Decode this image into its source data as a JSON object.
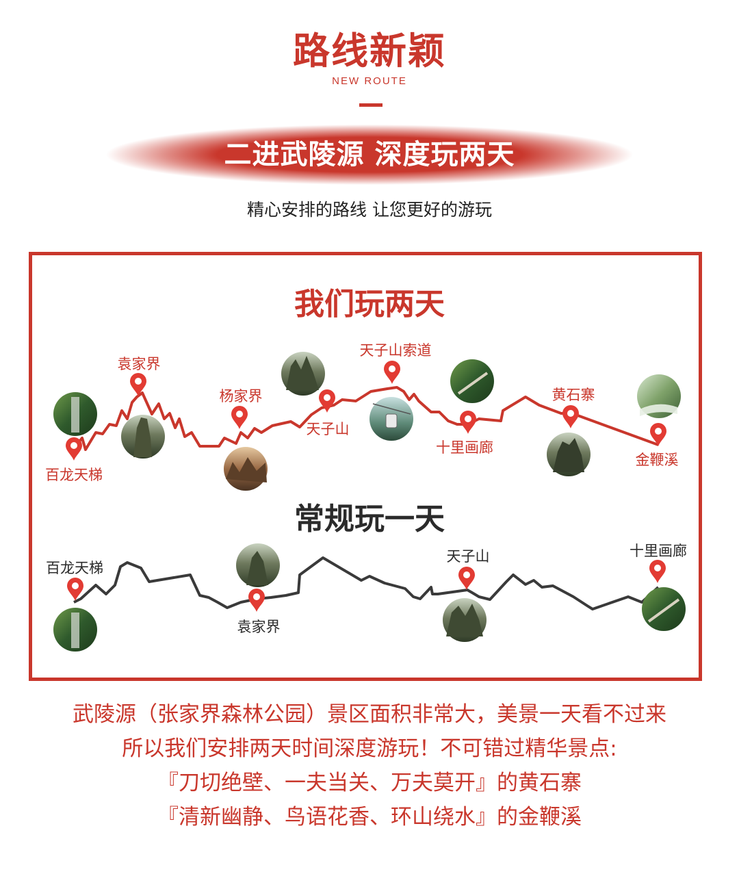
{
  "header": {
    "title": "路线新颖",
    "subtitle": "NEW ROUTE",
    "banner": "二进武陵源 深度玩两天",
    "tagline": "精心安排的路线 让您更好的游玩"
  },
  "route_two_day": {
    "title": "我们玩两天",
    "stops": [
      "百龙天梯",
      "袁家界",
      "杨家界",
      "天子山",
      "天子山索道",
      "十里画廊",
      "黄石寨",
      "金鞭溪"
    ]
  },
  "route_one_day": {
    "title": "常规玩一天",
    "stops": [
      "百龙天梯",
      "袁家界",
      "天子山",
      "十里画廊"
    ]
  },
  "description": {
    "lines": [
      "武陵源（张家界森林公园）景区面积非常大，美景一天看不过来",
      "所以我们安排两天时间深度游玩！不可错过精华景点:",
      "『刀切绝壁、一夫当关、万夫莫开』的黄石寨",
      "『清新幽静、鸟语花香、环山绕水』的金鞭溪"
    ]
  },
  "colors": {
    "accent": "#c9372c",
    "dark": "#2b2b2b"
  }
}
